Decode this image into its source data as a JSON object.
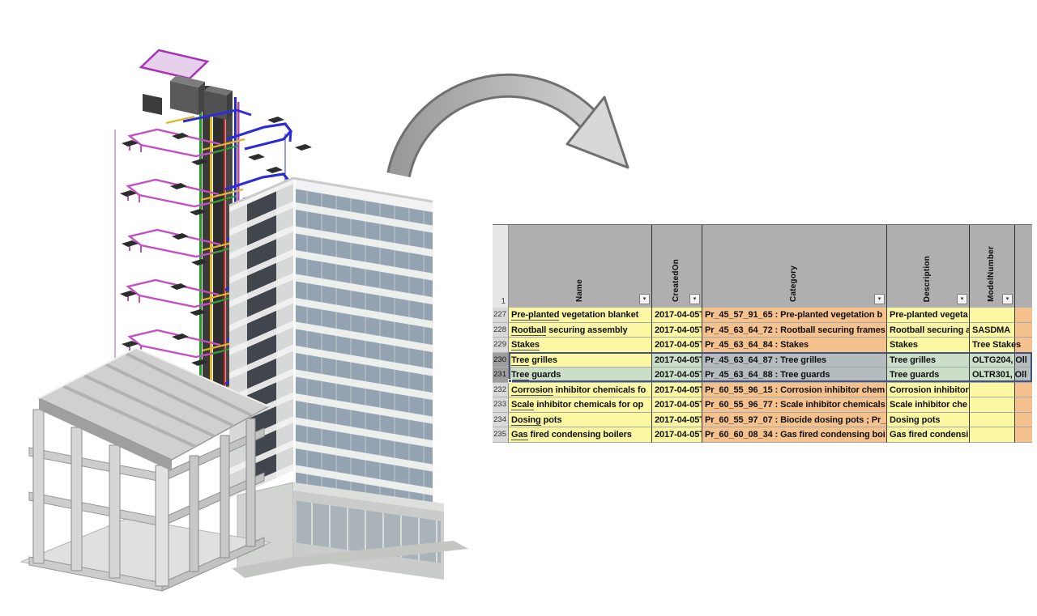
{
  "illustration": {
    "items": [
      {
        "name": "bim-mep-services-model"
      },
      {
        "name": "architectural-tower-model"
      },
      {
        "name": "structural-concrete-frame-model"
      },
      {
        "name": "transform-arrow"
      }
    ]
  },
  "colors": {
    "yellow": "#FBF7A2",
    "orange": "#F5C18C",
    "green": "#CBDEC8",
    "grayblue": "#B4BCBF",
    "header": "#AFAFAF",
    "selection_border": "#46527E"
  },
  "spreadsheet": {
    "corner_label": "1",
    "filter_glyph": "▾",
    "columns": [
      {
        "id": "name",
        "label": "Name",
        "filter": true
      },
      {
        "id": "created",
        "label": "CreatedOn",
        "filter": true
      },
      {
        "id": "category",
        "label": "Category",
        "filter": true
      },
      {
        "id": "description",
        "label": "Description",
        "filter": true
      },
      {
        "id": "model",
        "label": "ModelNumber",
        "filter": true
      },
      {
        "id": "extra",
        "label": "",
        "filter": false
      }
    ],
    "rows": [
      {
        "num": "227",
        "selected": false,
        "name": "Pre-planted vegetation blanket",
        "created": "2017-04-05T",
        "category": "Pr_45_57_91_65 : Pre-planted vegetation b",
        "description": "Pre-planted vegeta",
        "model": "",
        "extra": "",
        "cell_colors": [
          "yellow",
          "yellow",
          "orange",
          "yellow",
          "yellow",
          "orange"
        ]
      },
      {
        "num": "228",
        "selected": false,
        "name": "Rootball securing assembly",
        "created": "2017-04-05T",
        "category": "Pr_45_63_64_72 : Rootball securing frames",
        "description": "Rootball securing a",
        "model": "SASDMA",
        "extra": "",
        "cell_colors": [
          "yellow",
          "yellow",
          "orange",
          "yellow",
          "yellow",
          "orange"
        ]
      },
      {
        "num": "229",
        "selected": false,
        "name": "Stakes",
        "created": "2017-04-05T",
        "category": "Pr_45_63_64_84 : Stakes",
        "description": "Stakes",
        "model": "Tree Stakes",
        "extra": "",
        "cell_colors": [
          "yellow",
          "yellow",
          "orange",
          "yellow",
          "yellow",
          "orange"
        ]
      },
      {
        "num": "230",
        "selected": true,
        "name": "Tree grilles",
        "created": "2017-04-05T",
        "category": "Pr_45_63_64_87 : Tree grilles",
        "description": "Tree grilles",
        "model": "OLTG204, Oll",
        "extra": "",
        "cell_colors": [
          "yellow",
          "green",
          "grayblue",
          "green",
          "green",
          "grayblue"
        ]
      },
      {
        "num": "231",
        "selected": true,
        "name": "Tree guards",
        "created": "2017-04-05T",
        "category": "Pr_45_63_64_88 : Tree guards",
        "description": "Tree guards",
        "model": "OLTR301, Oll",
        "extra": "",
        "cell_colors": [
          "green",
          "green",
          "grayblue",
          "green",
          "green",
          "grayblue"
        ]
      },
      {
        "num": "232",
        "selected": false,
        "name": "Corrosion inhibitor chemicals fo",
        "created": "2017-04-05T",
        "category": "Pr_60_55_96_15 : Corrosion inhibitor chem",
        "description": "Corrosion inhibitor",
        "model": "",
        "extra": "",
        "cell_colors": [
          "yellow",
          "yellow",
          "orange",
          "yellow",
          "yellow",
          "orange"
        ]
      },
      {
        "num": "233",
        "selected": false,
        "name": "Scale inhibitor chemicals for op",
        "created": "2017-04-05T",
        "category": "Pr_60_55_96_77 : Scale inhibitor chemicals",
        "description": "Scale inhibitor che",
        "model": "",
        "extra": "",
        "cell_colors": [
          "yellow",
          "yellow",
          "orange",
          "yellow",
          "yellow",
          "orange"
        ]
      },
      {
        "num": "234",
        "selected": false,
        "name": "Dosing pots",
        "created": "2017-04-05T",
        "category": "Pr_60_55_97_07 : Biocide dosing pots ; Pr_",
        "description": "Dosing pots",
        "model": "",
        "extra": "",
        "cell_colors": [
          "yellow",
          "yellow",
          "orange",
          "yellow",
          "yellow",
          "orange"
        ]
      },
      {
        "num": "235",
        "selected": false,
        "name": "Gas fired condensing boilers",
        "created": "2017-04-05T",
        "category": "Pr_60_60_08_34 : Gas fired condensing boi",
        "description": "Gas fired condensi",
        "model": "",
        "extra": "",
        "cell_colors": [
          "yellow",
          "yellow",
          "orange",
          "yellow",
          "yellow",
          "orange"
        ]
      }
    ]
  }
}
